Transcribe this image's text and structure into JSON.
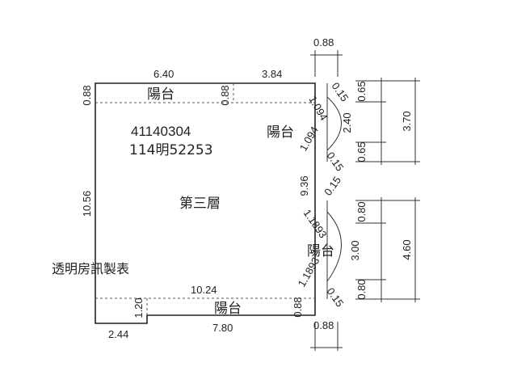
{
  "floor_plan": {
    "floor_label": "第三層",
    "record_ids": [
      "41140304",
      "114明52253"
    ],
    "watermark": "透明房訊製表",
    "rooms": {
      "balcony_top": "陽台",
      "balcony_right_upper": "陽台",
      "balcony_right_lower": "陽台",
      "balcony_bottom": "陽台"
    },
    "dimensions": {
      "top_left_width": "6.40",
      "top_right_width": "3.84",
      "left_top_depth": "0.88",
      "top_inner_depth": "0.88",
      "left_height": "10.56",
      "right_height": "9.36",
      "bottom_total_width": "10.24",
      "bottom_left_width": "2.44",
      "bottom_step_height": "1.20",
      "bottom_right_width": "7.80",
      "bottom_depth": "0.88",
      "top_offset": "0.88",
      "bottom_offset": "0.88",
      "upper_arc_chord_top": "0.15",
      "upper_arc_diag_top": "1.094",
      "upper_arc_span": "2.40",
      "upper_arc_diag_bottom": "1.094",
      "upper_arc_chord_bottom": "0.15",
      "upper_seg_top": "0.65",
      "upper_seg_bottom": "0.65",
      "upper_total": "3.70",
      "lower_arc_chord_top": "0.15",
      "lower_arc_diag_top": "1.1893",
      "lower_arc_span": "3.00",
      "lower_arc_diag_bottom": "1.1893",
      "lower_arc_chord_bottom": "0.15",
      "lower_seg_top": "0.80",
      "lower_seg_bottom": "0.80",
      "lower_total": "4.60"
    }
  }
}
